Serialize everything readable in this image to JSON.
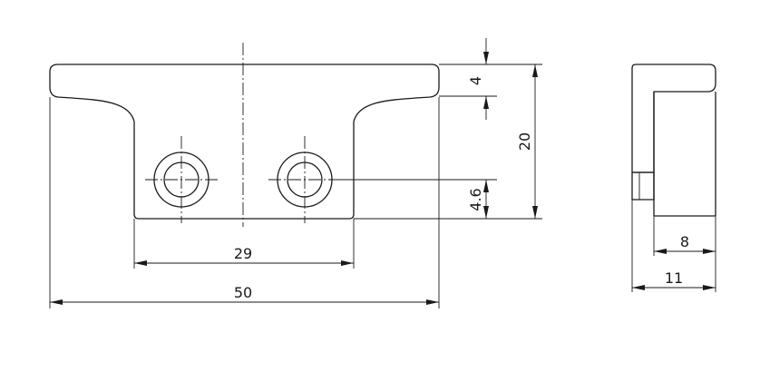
{
  "drawing": {
    "front_view": {
      "dimensions": {
        "overall_width": "50",
        "hole_spacing": "29",
        "height_total": "20",
        "top_thickness": "4",
        "hole_offset": "4.6"
      }
    },
    "side_view": {
      "dimensions": {
        "width_total": "11",
        "width_body": "8"
      }
    }
  }
}
